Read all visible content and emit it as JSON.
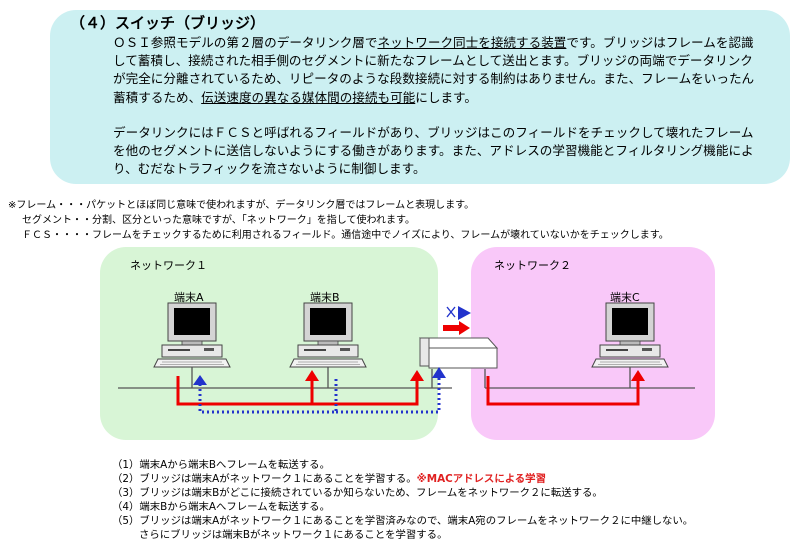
{
  "section": {
    "title": "（４）スイッチ（ブリッジ）",
    "para1": {
      "t1": "ＯＳＩ参照モデルの第２層のデータリンク層で",
      "u1": "ネットワーク同士を接続する装置",
      "t2": "です。ブリッジはフレームを認識して蓄積し、接続された相手側のセグメントに新たなフレームとして送出とます。ブリッジの両端でデータリンクが完全に分離されているため、リピータのような段数接続に対する制約はありません。また、フレームをいったん蓄積するため、",
      "u2": "伝送速度の異なる媒体間の接続も可能",
      "t3": "にします。"
    },
    "para2": "データリンクにはＦＣＳと呼ばれるフィールドがあり、ブリッジはこのフィールドをチェックして壊れたフレームを他のセグメントに送信しないようにする働きがあります。また、アドレスの学習機能とフィルタリング機能により、むだなトラフィックを流さないように制御します。"
  },
  "footnotes": [
    "※フレーム・・・パケットとほぼ同じ意味で使われますが、データリンク層ではフレームと表現します。",
    "セグメント・・分割、区分といった意味ですが、「ネットワーク」を指して使われます。",
    "ＦＣＳ・・・・フレームをチェックするために利用されるフィールド。通信途中でノイズにより、フレームが壊れていないかをチェックします。"
  ],
  "diagram": {
    "network1": "ネットワーク１",
    "network2": "ネットワーク２",
    "terminal_a": "端末A",
    "terminal_b": "端末B",
    "terminal_c": "端末C"
  },
  "steps": [
    "（1）端末Aから端末Bへフレームを転送する。",
    "（2）ブリッジは端末Aがネットワーク１にあることを学習する。",
    "（3）ブリッジは端末Bがどこに接続されているか知らないため、フレームをネットワーク２に転送する。",
    "（4）端末Bから端末Aへフレームを転送する。",
    "（5）ブリッジは端末Aがネットワーク１にあることを学習済みなので、端末A宛のフレームをネットワーク２に中継しない。",
    "さらにブリッジは端末Bがネットワーク１にあることを学習する。"
  ],
  "step2_note": "※MACアドレスによる学習",
  "colors": {
    "box_bg": "#ccf0f2",
    "network1_bg": "#d8f5d6",
    "network2_bg": "#f9c8f9",
    "frame_red": "#ee0000",
    "frame_blue": "#2233cc",
    "note_red": "#e02020"
  }
}
